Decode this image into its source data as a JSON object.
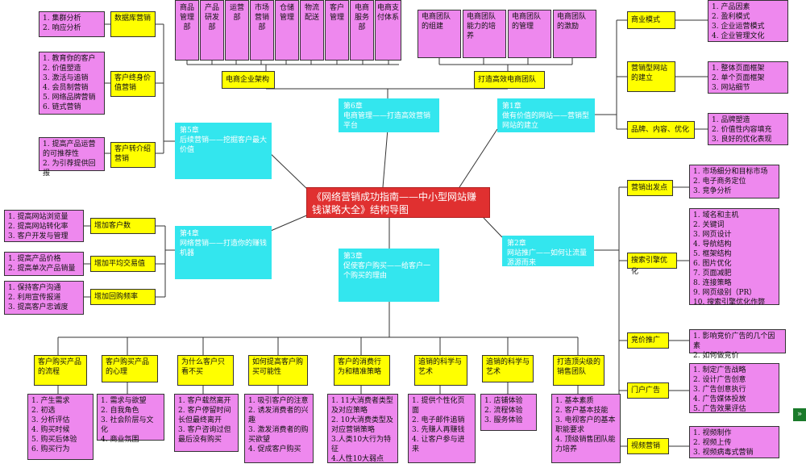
{
  "root": "《网络营销成功指南——中小型网站赚钱谋略大全》结构导图",
  "chapters": [
    {
      "id": "ch1",
      "text": "第1章\n做有价值的网站——营销型网站的建立"
    },
    {
      "id": "ch2",
      "text": "第2章\n网站推广——如何让流量源源而来"
    },
    {
      "id": "ch3",
      "text": "第3章\n促使客户购买——给客户一个购买的理由"
    },
    {
      "id": "ch4",
      "text": "第4章\n网络营销——打造你的赚钱机器"
    },
    {
      "id": "ch5",
      "text": "第5章\n后续营销——挖掘客户最大价值"
    },
    {
      "id": "ch6",
      "text": "第6章\n电商管理——打造高效营销平台"
    }
  ],
  "ch6": {
    "left_label": "电商企业架构",
    "right_label": "打造高效电商团队",
    "depts": [
      "商品管理部",
      "产品研发部",
      "运营部",
      "市场营销部",
      "仓储管理",
      "物流配送",
      "客户管理",
      "电商服务部",
      "电商支付体系"
    ],
    "teams": [
      "电商团队的组建",
      "电商团队能力的培养",
      "电商团队的管理",
      "电商团队的激励"
    ]
  },
  "ch1": {
    "items": [
      {
        "label": "商业模式",
        "list": "1. 产品因素\n2. 盈利模式\n3. 企业运营模式\n4. 企业管理文化"
      },
      {
        "label": "营销型网站的建立",
        "list": "1. 整体页面框架\n2. 单个页面框架\n3. 网站细节"
      },
      {
        "label": "品牌、内容、优化",
        "list": "1. 品牌塑造\n2. 价值性内容填充\n3. 良好的优化表现"
      }
    ]
  },
  "ch5": {
    "items": [
      {
        "label": "数据库营销",
        "list": "1. 集群分析\n2. 响应分析"
      },
      {
        "label": "客户终身价值营销",
        "list": "1. 教育你的客户\n2. 价值塑造\n3. 激活与追销\n4. 会员制营销\n5. 网络品牌营销\n6. 链式营销"
      },
      {
        "label": "客户转介绍营销",
        "list": "1. 提高产品运营的可推荐性\n2. 为引荐提供回报"
      }
    ]
  },
  "ch4": {
    "items": [
      {
        "label": "增加客户数",
        "list": "1. 提高网站浏览量\n2. 提高网站转化率\n3. 客户开发与管理"
      },
      {
        "label": "增加平均交易值",
        "list": "1. 提高产品价格\n2. 提高单次产品销量"
      },
      {
        "label": "增加回购频率",
        "list": "1. 保持客户沟通\n2. 利用宣传报道\n3. 提高客户忠诚度"
      }
    ]
  },
  "ch2": {
    "items": [
      {
        "label": "营销出发点",
        "list": "1. 市场细分和目标市场\n2. 电子商务定位\n3. 竞争分析"
      },
      {
        "label": "搜索引擎优化",
        "list": "1. 域名和主机\n2. 关键词\n3. 网页设计\n4. 导航结构\n5. 框架结构\n6. 图片优化\n7. 页面减肥\n8. 连接策略\n9. 网页级别（PR）\n10. 搜索引擎优化作弊"
      },
      {
        "label": "竞价推广",
        "list": "1. 影响竞价广告的几个因素\n2. 如何做竞价"
      },
      {
        "label": "门户广告",
        "list": "1. 制定广告战略\n2. 设计广告创意\n3. 广告创意执行\n4. 广告媒体投放\n5. 广告效果评估"
      },
      {
        "label": "视频营销",
        "list": "1. 视频制作\n2. 视频上传\n3. 视频病毒式营销"
      }
    ]
  },
  "ch3": {
    "items": [
      {
        "label": "客户购买产品的流程",
        "list": "1. 产生需求\n2. 初选\n3. 分析评估\n4. 购买时候\n5. 购买后体验\n6. 购买行为"
      },
      {
        "label": "客户购买产品的心理",
        "list": "1. 需求与欲望\n2. 自我角色\n3. 社会阶层与文化\n4. 商业氛围"
      },
      {
        "label": "为什么客户只看不买",
        "list": "1. 客户载然离开\n2. 客户停留时间长但最终离开\n3. 客户咨询过但最后没有购买"
      },
      {
        "label": "如何提高客户购买可能性",
        "list": "1. 吸引客户的注意\n2. 诱发消费者的兴趣\n3. 激发消费者的购买欲望\n4. 促成客户购买"
      },
      {
        "label": "客户的消费行为和精准策略",
        "list": "1. 11大消费者类型及对应策略\n2. 10大消费类型及对应营销策略\n3.人类10大行为特征\n4.人性10大弱点"
      },
      {
        "label": "追销的科学与艺术",
        "list": "1. 提供个性化页面\n2. 电子邮件追销\n3. 先赚人再赚钱\n4. 让客户参与进来"
      },
      {
        "label": "追销的科学与艺术",
        "list": "1. 店铺体验\n2. 流程体验\n3. 服务体验"
      },
      {
        "label": "打造顶尖级的销售团队",
        "list": "1. 基本素质\n2. 客户基本技能\n3. 电视客户的基本职能要求\n4. 顶级销售团队能力培养"
      }
    ]
  },
  "nav_icon": "double-chevron-down-icon"
}
